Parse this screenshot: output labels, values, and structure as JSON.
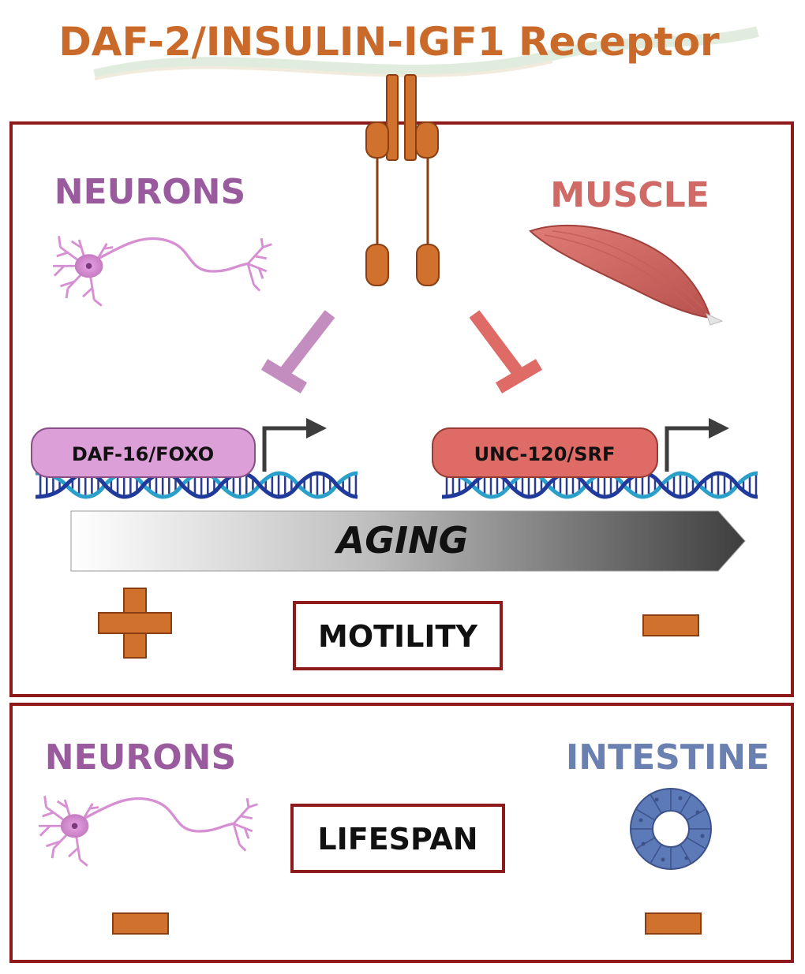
{
  "title": "DAF-2/INSULIN-IGF1 Receptor",
  "top_panel": {
    "left_tissue": "NEURONS",
    "right_tissue": "MUSCLE",
    "left_factor": "DAF-16/FOXO",
    "right_factor": "UNC-120/SRF",
    "aging_label": "AGING",
    "phenotype": "MOTILITY",
    "left_effect": "plus",
    "right_effect": "minus"
  },
  "bottom_panel": {
    "left_tissue": "NEURONS",
    "right_tissue": "INTESTINE",
    "phenotype": "LIFESPAN",
    "left_effect": "minus",
    "right_effect": "minus"
  },
  "colors": {
    "receptor": "#d0712d",
    "frame": "#8e1b1b",
    "neuron": "#9a5a9e",
    "neuron_cell": "#d58fd2",
    "muscle": "#cf6a66",
    "intestine": "#6a80b0",
    "foxo_box": "#dc9fd8",
    "srf_box": "#de6b66"
  }
}
